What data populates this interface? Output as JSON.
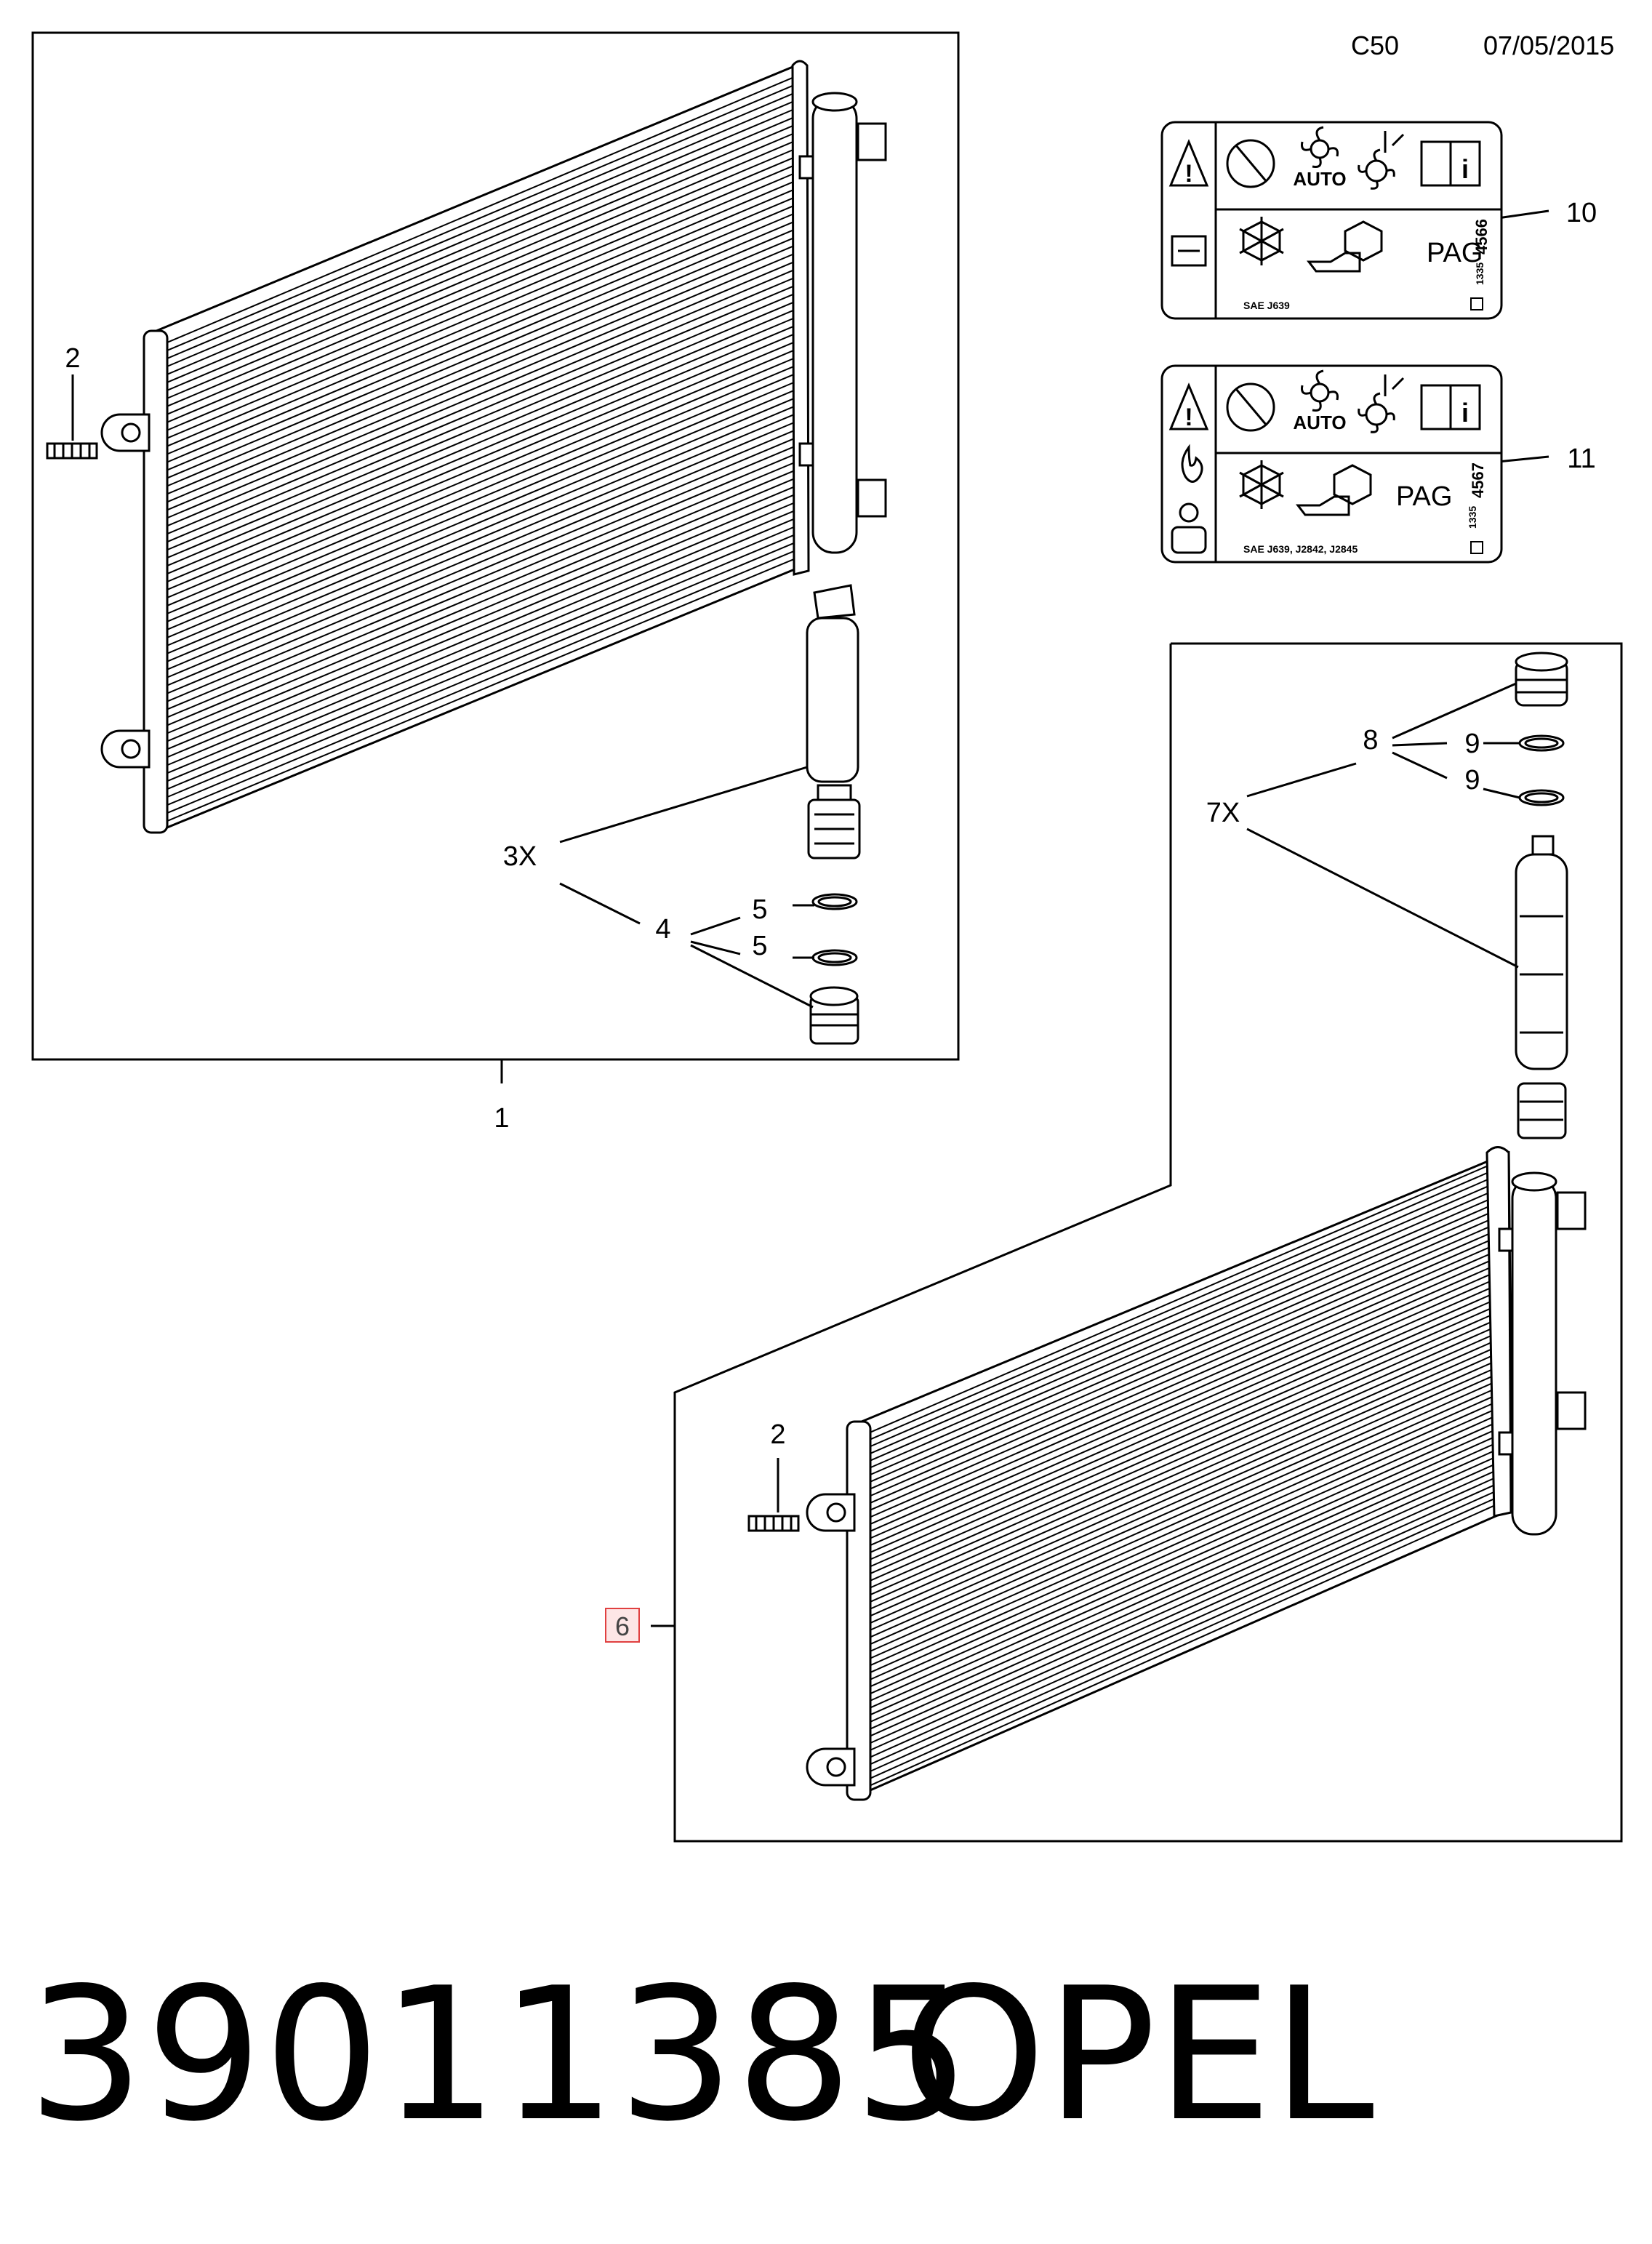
{
  "header": {
    "diagram_code": "C50",
    "date": "07/05/2015"
  },
  "callouts": {
    "c1": "1",
    "c2a": "2",
    "c2b": "2",
    "c3x": "3X",
    "c4": "4",
    "c5a": "5",
    "c5b": "5",
    "c6": "6",
    "c7x": "7X",
    "c8": "8",
    "c9a": "9",
    "c9b": "9",
    "c10": "10",
    "c11": "11"
  },
  "labels": {
    "label10": {
      "auto": "AUTO",
      "pag": "PAG",
      "std": "SAE J639",
      "code_small": "1335",
      "code_big": "4566"
    },
    "label11": {
      "auto": "AUTO",
      "pag": "PAG",
      "std": "SAE J639, J2842, J2845",
      "code_small": "1335",
      "code_big": "4567"
    }
  },
  "footer": {
    "part_number": "39011385",
    "brand": "OPEL"
  },
  "colors": {
    "line": "#000000",
    "highlight_border": "#e04040",
    "highlight_fill": "#fde6e6"
  },
  "icons": [
    "warning-icon",
    "no-flame-icon",
    "fan-icon",
    "service-icon",
    "manual-icon",
    "refrigerant-icon",
    "oil-icon",
    "flammable-icon",
    "certified-technician-icon"
  ]
}
